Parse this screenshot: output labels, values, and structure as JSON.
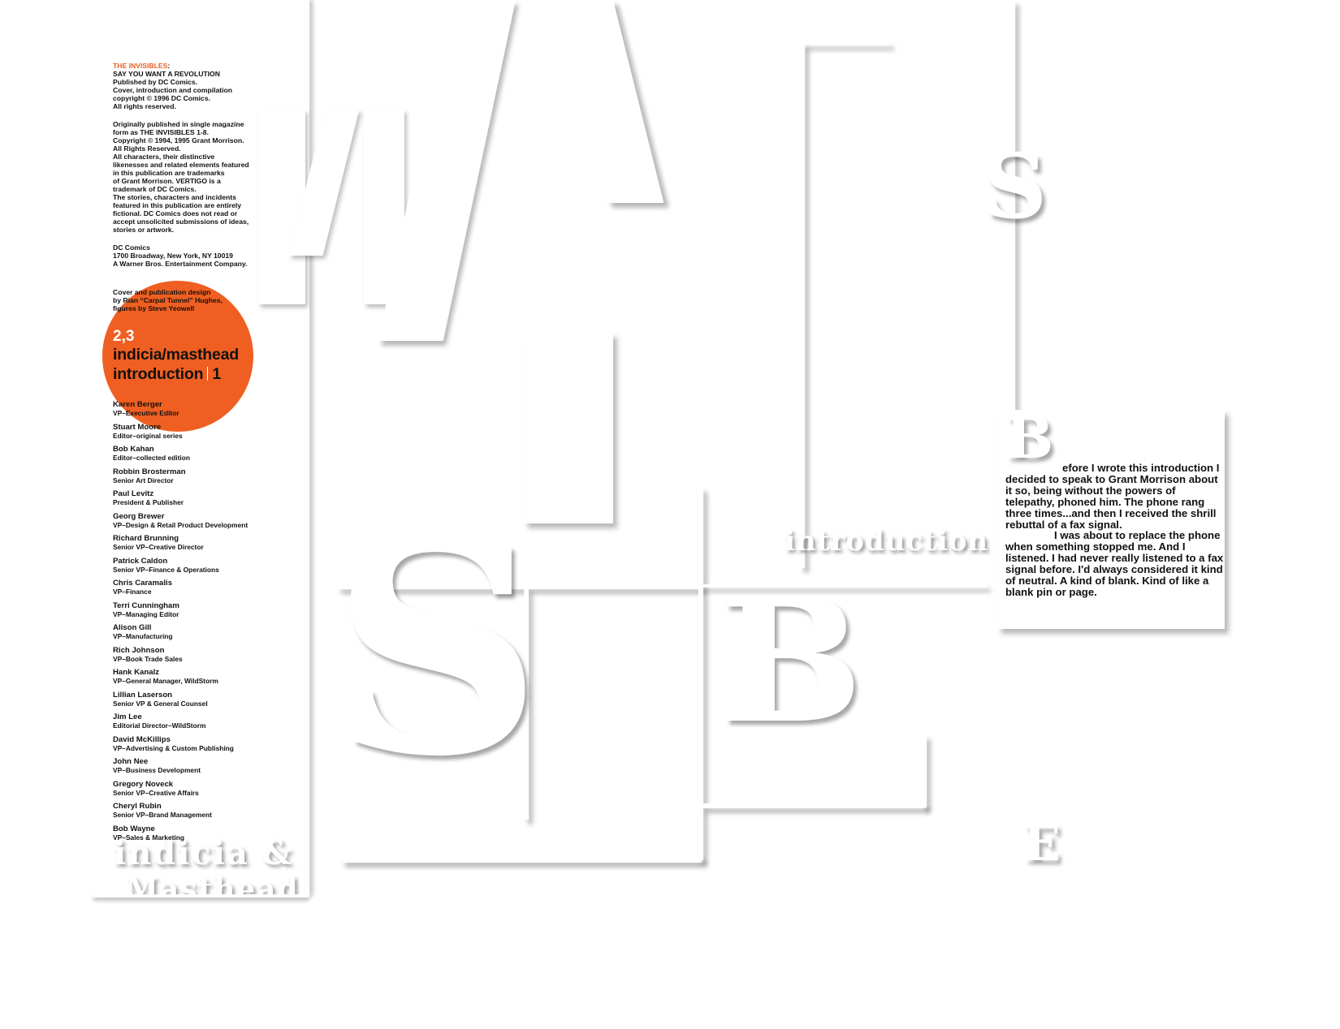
{
  "credits": {
    "series_title": "THE INVISIBLES",
    "colon": ":",
    "subtitle": "SAY YOU WANT A REVOLUTION",
    "publisher_block": "Published by DC Comics.\nCover, introduction and compilation\ncopyright © 1996 DC Comics.\nAll rights reserved.",
    "legal_block": "Originally published in single magazine\nform as THE INVISIBLES 1-8.\nCopyright © 1994, 1995 Grant Morrison.\nAll Rights Reserved.\nAll characters, their distinctive\nlikenesses and related elements featured\nin this publication are trademarks\nof Grant Morrison. VERTIGO is a\ntrademark of DC Comics.\nThe stories, characters and incidents\nfeatured in this publication are entirely\nfictional. DC Comics does not read or\naccept unsolicited submissions of ideas,\nstories or artwork.",
    "address_block": "DC Comics\n1700 Broadway, New York, NY 10019\nA Warner Bros. Entertainment Company.",
    "design_credit": "Cover and publication design\nby Rian “Carpal Tunnel” Hughes,\nfigures by Steve Yeowell"
  },
  "contents": {
    "pages": "2,3",
    "item1": "indicia/masthead",
    "item2": "introduction",
    "item2_page": "1",
    "circle_color": "#ef5f21"
  },
  "staff": [
    {
      "name": "Karen Berger",
      "role": "VP–Executive Editor"
    },
    {
      "name": "Stuart Moore",
      "role": "Editor–original series"
    },
    {
      "name": "Bob Kahan",
      "role": "Editor–collected edition"
    },
    {
      "name": "Robbin Brosterman",
      "role": "Senior Art Director"
    },
    {
      "name": "Paul Levitz",
      "role": "President & Publisher"
    },
    {
      "name": "Georg Brewer",
      "role": "VP–Design & Retail Product Development"
    },
    {
      "name": "Richard Brunning",
      "role": "Senior VP–Creative Director"
    },
    {
      "name": "Patrick Caldon",
      "role": "Senior VP–Finance & Operations"
    },
    {
      "name": "Chris Caramalis",
      "role": "VP–Finance"
    },
    {
      "name": "Terri Cunningham",
      "role": "VP–Managing Editor"
    },
    {
      "name": "Alison Gill",
      "role": "VP–Manufacturing"
    },
    {
      "name": "Rich Johnson",
      "role": "VP–Book Trade Sales"
    },
    {
      "name": "Hank Kanalz",
      "role": "VP–General Manager, WildStorm"
    },
    {
      "name": "Lillian Laserson",
      "role": "Senior VP & General Counsel"
    },
    {
      "name": "Jim Lee",
      "role": "Editorial Director–WildStorm"
    },
    {
      "name": "David McKillips",
      "role": "VP–Advertising & Custom Publishing"
    },
    {
      "name": "John Nee",
      "role": "VP–Business Development"
    },
    {
      "name": "Gregory Noveck",
      "role": "Senior VP–Creative Affairs"
    },
    {
      "name": "Cheryl Rubin",
      "role": "Senior VP–Brand Management"
    },
    {
      "name": "Bob Wayne",
      "role": "VP–Sales & Marketing"
    }
  ],
  "ghost_labels": {
    "indicia": "indicia &",
    "masthead": "Masthead",
    "introduction": "introduction"
  },
  "intro": {
    "drop_cap": "B",
    "p1": "efore I wrote this introduction I decided to speak to Grant Morrison about it so, being without the powers of telepathy, phoned him. The phone rang three times...and then I received the shrill rebuttal of a fax signal.",
    "p2": "I was about to replace the phone when something stopped me. And I listened. I had never really listened to a fax signal before. I'd always considered it kind of neutral. A kind of blank. Kind of like a blank pin or page."
  }
}
